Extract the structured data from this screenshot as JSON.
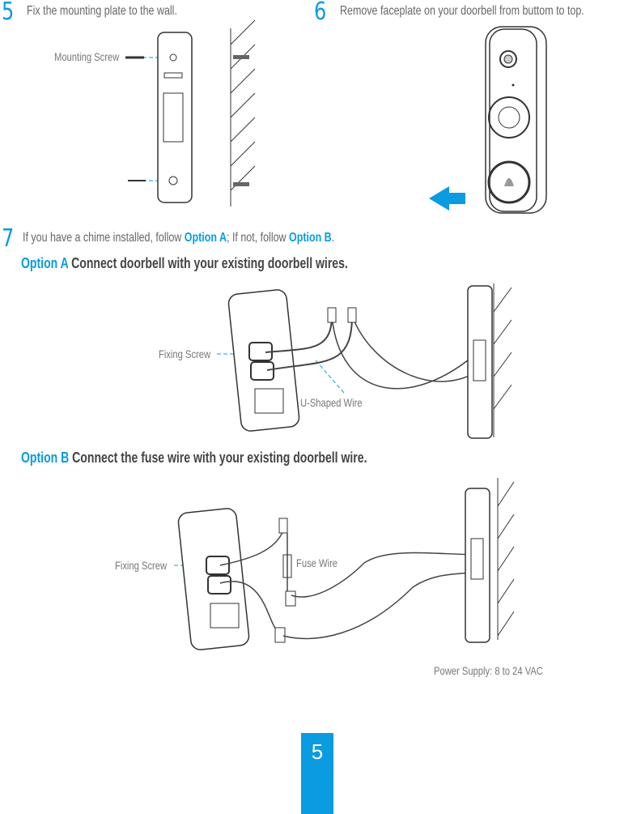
{
  "steps": {
    "s5": {
      "number": "5",
      "text": "Fix the mounting plate to the wall.",
      "label_mounting_screw": "Mounting Screw"
    },
    "s6": {
      "number": "6",
      "text": "Remove faceplate on your doorbell from buttom to top."
    },
    "s7": {
      "number": "7",
      "text_1": "If you have a chime installed, follow ",
      "option_a": "Option A",
      "text_2": "; If not, follow ",
      "option_b": "Option B",
      "text_3": "."
    }
  },
  "option_a": {
    "label": "Option A",
    "title": " Connect doorbell with your existing doorbell wires.",
    "fixing_screw": "Fixing Screw",
    "u_shaped_wire": "U-Shaped Wire"
  },
  "option_b": {
    "label": "Option B",
    "title": " Connect the fuse wire with your existing doorbell wire.",
    "fixing_screw": "Fixing Screw",
    "fuse_wire": "Fuse Wire",
    "power_supply": "Power Supply: 8 to 24 VAC"
  },
  "page_number": "5",
  "colors": {
    "accent": "#0a9be0"
  }
}
